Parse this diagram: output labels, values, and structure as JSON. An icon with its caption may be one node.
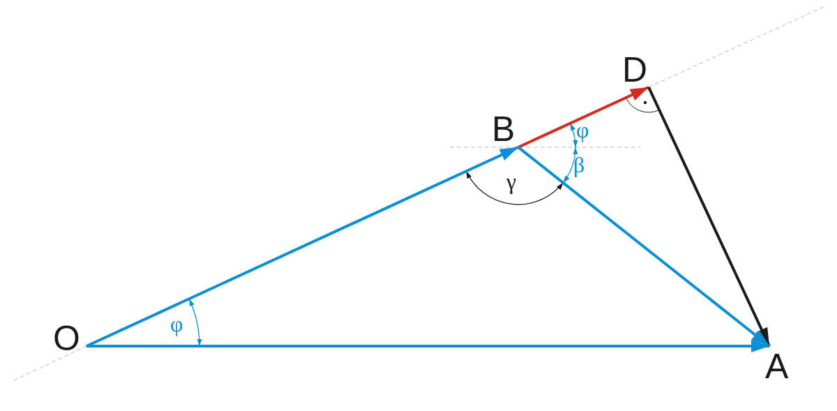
{
  "diagram": {
    "nodes": [
      {
        "text": [
          "O"
        ]
      },
      {
        "text": [
          "B"
        ]
      },
      {
        "text": [
          "D"
        ]
      },
      {
        "text": [
          "A"
        ]
      }
    ],
    "edges": [
      {
        "from": 0,
        "to": 1,
        "arrow": "to"
      },
      {
        "from": 1,
        "to": 2,
        "arrow": "to",
        "color": "#d52b1e"
      },
      {
        "from": 2,
        "to": 3,
        "arrow": "to",
        "color": "#1a1a1a"
      },
      {
        "from": 0,
        "to": 3,
        "arrow": "to"
      },
      {
        "from": 1,
        "to": 3,
        "arrow": "to"
      }
    ],
    "labels": [
      "φ",
      "γ",
      "β",
      "φ"
    ]
  }
}
